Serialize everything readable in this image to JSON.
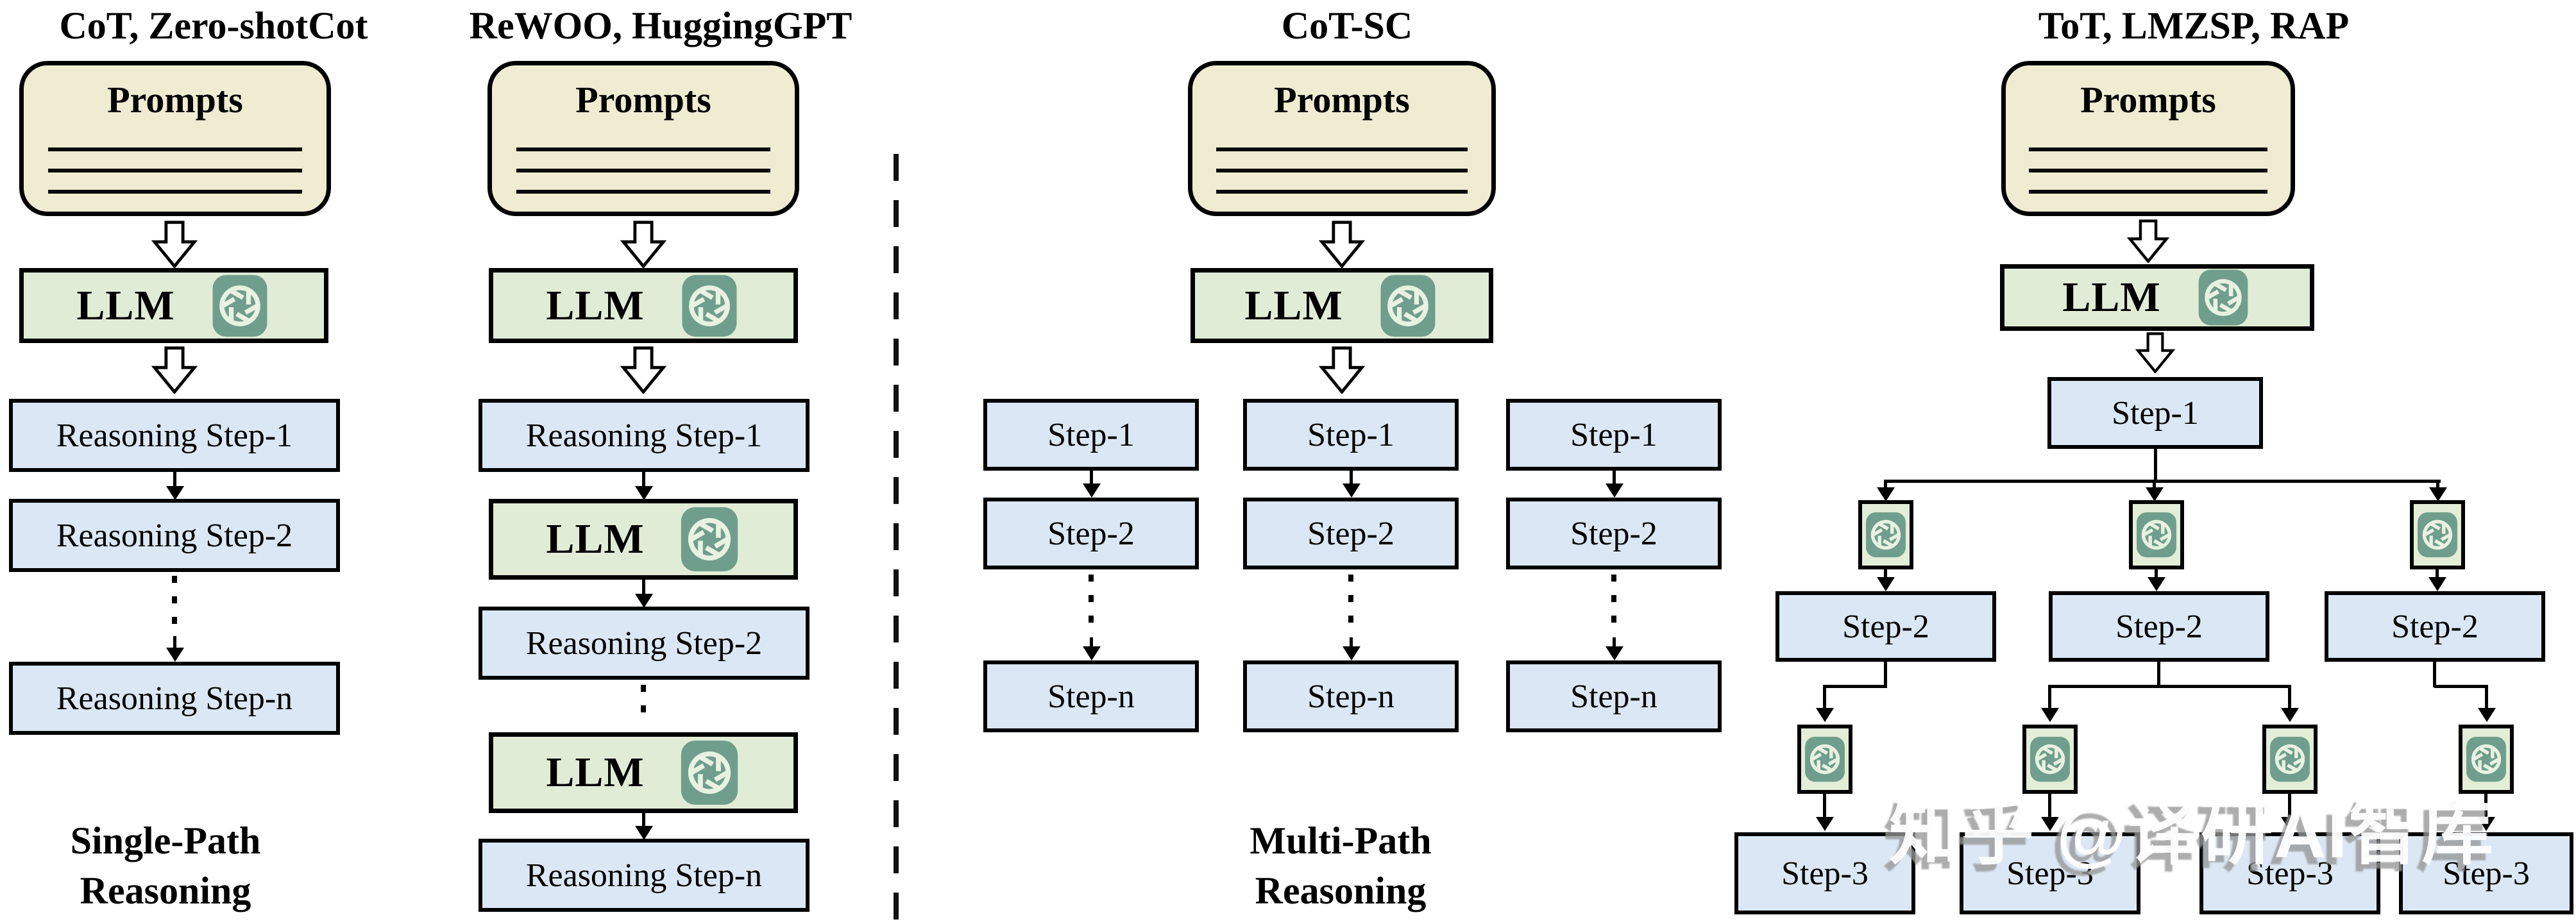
{
  "watermark": "知乎 @译研AI智库",
  "colors": {
    "prompts_fill": "#efecd2",
    "llm_fill": "#e1ecd6",
    "step_fill": "#dbe7f4",
    "icon_fill": "#e3edd8",
    "logo_teal": "#6f9f8c",
    "border": "#000000",
    "watermark_gray": "#969696"
  },
  "sections": {
    "cot": {
      "title": "CoT, Zero-shotCot",
      "prompts": "Prompts",
      "llm": "LLM",
      "step1": "Reasoning Step-1",
      "step2": "Reasoning Step-2",
      "stepn": "Reasoning Step-n",
      "caption1": "Single-Path",
      "caption2": "Reasoning"
    },
    "rewoo": {
      "title": "ReWOO, HuggingGPT",
      "prompts": "Prompts",
      "llm": "LLM",
      "step1": "Reasoning Step-1",
      "step2": "Reasoning Step-2",
      "stepn": "Reasoning Step-n"
    },
    "cotsc": {
      "title": "CoT-SC",
      "prompts": "Prompts",
      "llm": "LLM",
      "step1": "Step-1",
      "step2": "Step-2",
      "stepn": "Step-n",
      "caption1": "Multi-Path",
      "caption2": "Reasoning"
    },
    "tot": {
      "title": "ToT, LMZSP, RAP",
      "prompts": "Prompts",
      "llm": "LLM",
      "step1": "Step-1",
      "step2": "Step-2",
      "step3": "Step-3"
    }
  }
}
